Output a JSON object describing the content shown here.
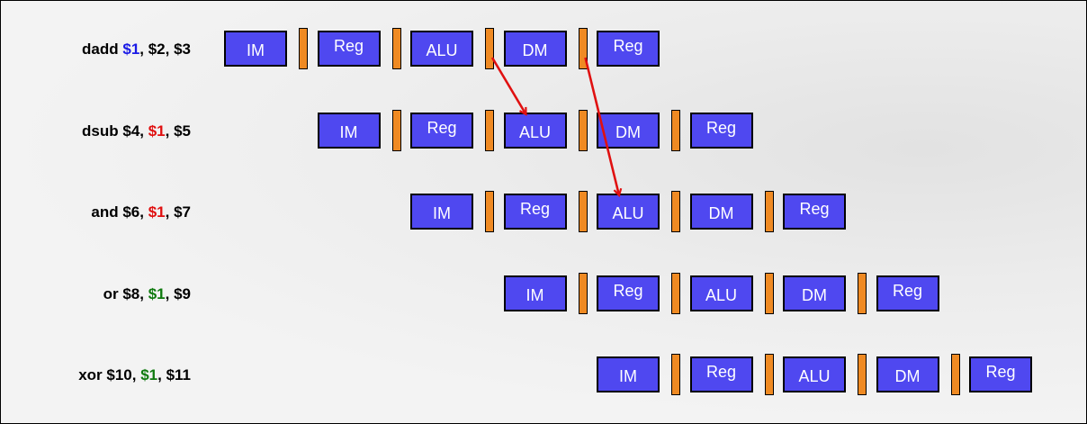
{
  "pipeline": {
    "instructions": [
      {
        "parts": [
          {
            "text": "dadd ",
            "color": "#000000"
          },
          {
            "text": "$1",
            "color": "#1a1ae6"
          },
          {
            "text": ", $2, $3",
            "color": "#000000"
          }
        ],
        "stages": [
          "IM",
          "Reg",
          "ALU",
          "DM",
          "Reg"
        ]
      },
      {
        "parts": [
          {
            "text": "dsub $4, ",
            "color": "#000000"
          },
          {
            "text": "$1",
            "color": "#e01010"
          },
          {
            "text": ", $5",
            "color": "#000000"
          }
        ],
        "stages": [
          "IM",
          "Reg",
          "ALU",
          "DM",
          "Reg"
        ]
      },
      {
        "parts": [
          {
            "text": "and $6, ",
            "color": "#000000"
          },
          {
            "text": "$1",
            "color": "#e01010"
          },
          {
            "text": ", $7",
            "color": "#000000"
          }
        ],
        "stages": [
          "IM",
          "Reg",
          "ALU",
          "DM",
          "Reg"
        ]
      },
      {
        "parts": [
          {
            "text": "or $8, ",
            "color": "#000000"
          },
          {
            "text": "$1",
            "color": "#0f7a0f"
          },
          {
            "text": ", $9",
            "color": "#000000"
          }
        ],
        "stages": [
          "IM",
          "Reg",
          "ALU",
          "DM",
          "Reg"
        ]
      },
      {
        "parts": [
          {
            "text": "xor $10, ",
            "color": "#000000"
          },
          {
            "text": "$1",
            "color": "#0f7a0f"
          },
          {
            "text": ", $11",
            "color": "#000000"
          }
        ],
        "stages": [
          "IM",
          "Reg",
          "ALU",
          "DM",
          "Reg"
        ]
      }
    ],
    "forwarding": [
      {
        "from_row": 0,
        "from_latch": 2,
        "to_row": 1,
        "to_stage": 2
      },
      {
        "from_row": 0,
        "from_latch": 3,
        "to_row": 2,
        "to_stage": 2
      }
    ],
    "colors": {
      "stage_fill": "#4f48f0",
      "latch_fill": "#ef8a23",
      "arrow": "#e01010"
    }
  }
}
